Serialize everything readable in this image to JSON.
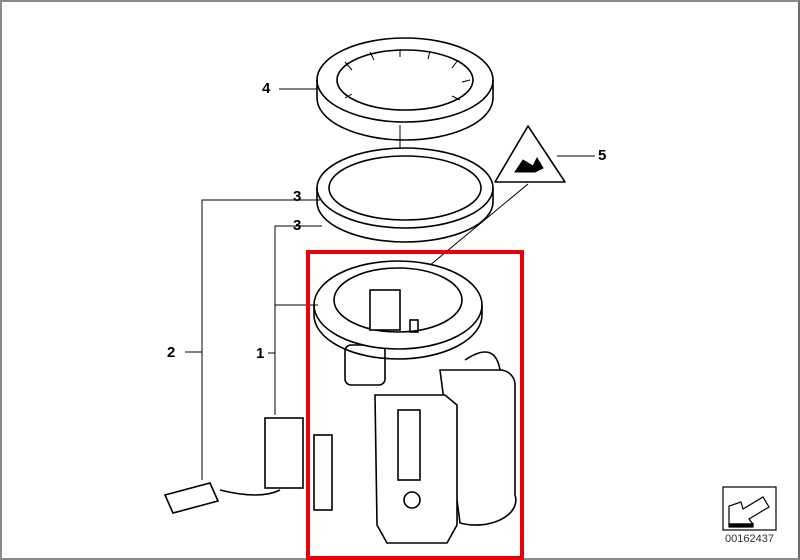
{
  "diagram": {
    "labels": {
      "part_4": "4",
      "part_5": "5",
      "part_3a": "3",
      "part_3b": "3",
      "part_2": "2",
      "part_1": "1"
    },
    "document_number": "00162437",
    "highlight_color": "#e8000b"
  }
}
